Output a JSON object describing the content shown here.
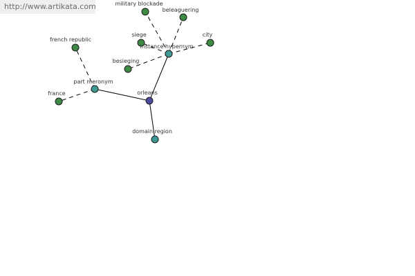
{
  "watermark": {
    "url_text": "http://www.artikata.com"
  },
  "colors": {
    "center_node": "#4a4e9e",
    "relation_node": "#3f9a96",
    "term_node": "#3f8a45",
    "watermark_bg": "#efefef",
    "watermark_text": "#6b6b6b"
  },
  "graph": {
    "nodes": [
      {
        "id": "orleans",
        "label": "orleans",
        "kind": "center"
      },
      {
        "id": "part-meronym",
        "label": "part meronym",
        "kind": "relation"
      },
      {
        "id": "instance-hypernym",
        "label": "instance hypernym",
        "kind": "relation"
      },
      {
        "id": "domain-region",
        "label": "domain region",
        "kind": "relation"
      },
      {
        "id": "french-republic",
        "label": "french republic",
        "kind": "term"
      },
      {
        "id": "france",
        "label": "france",
        "kind": "term"
      },
      {
        "id": "military-blockade",
        "label": "military blockade",
        "kind": "term"
      },
      {
        "id": "beleaguering",
        "label": "beleaguering",
        "kind": "term"
      },
      {
        "id": "siege",
        "label": "siege",
        "kind": "term"
      },
      {
        "id": "city",
        "label": "city",
        "kind": "term"
      },
      {
        "id": "besieging",
        "label": "besieging",
        "kind": "term"
      }
    ],
    "edges": [
      {
        "from": "orleans",
        "to": "part-meronym",
        "style": "solid"
      },
      {
        "from": "orleans",
        "to": "instance-hypernym",
        "style": "solid"
      },
      {
        "from": "orleans",
        "to": "domain-region",
        "style": "solid"
      },
      {
        "from": "part-meronym",
        "to": "french-republic",
        "style": "dashed"
      },
      {
        "from": "part-meronym",
        "to": "france",
        "style": "dashed"
      },
      {
        "from": "instance-hypernym",
        "to": "military-blockade",
        "style": "dashed"
      },
      {
        "from": "instance-hypernym",
        "to": "beleaguering",
        "style": "dashed"
      },
      {
        "from": "instance-hypernym",
        "to": "siege",
        "style": "dashed"
      },
      {
        "from": "instance-hypernym",
        "to": "city",
        "style": "dashed"
      },
      {
        "from": "instance-hypernym",
        "to": "besieging",
        "style": "dashed"
      }
    ]
  }
}
